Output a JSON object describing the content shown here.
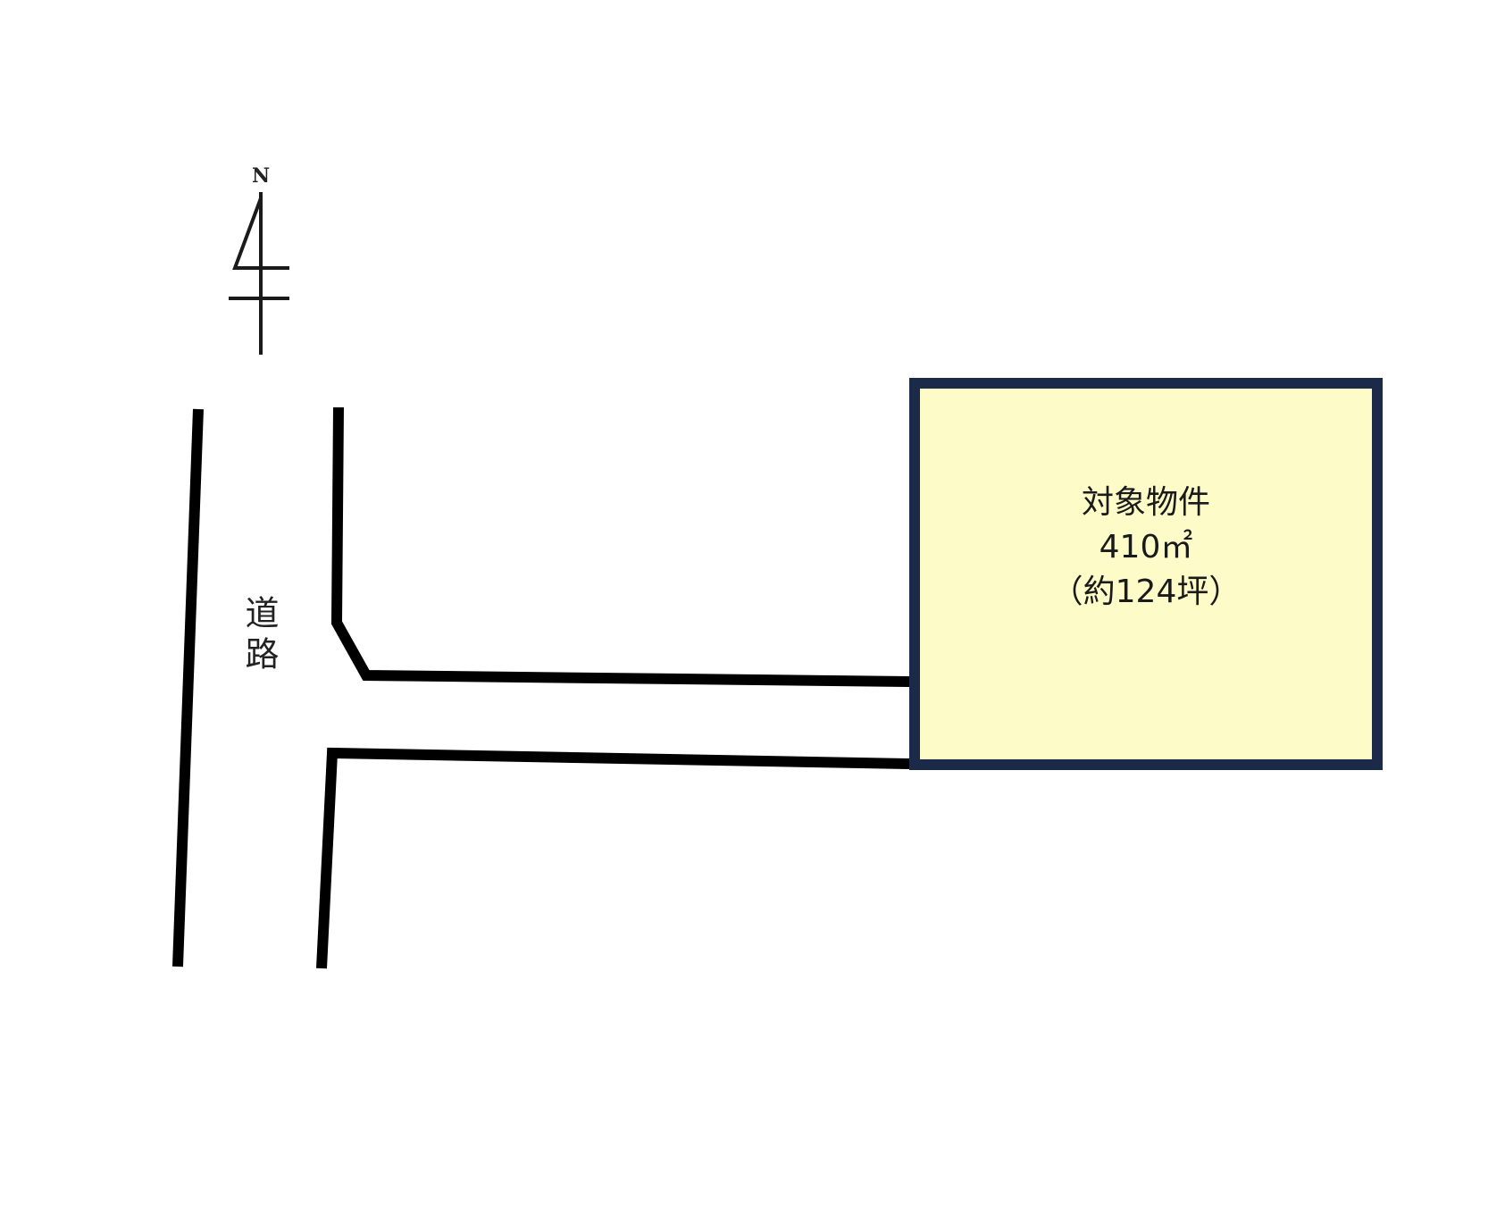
{
  "compass": {
    "label": "N",
    "icon": "north-arrow-icon"
  },
  "road": {
    "label": "道路",
    "color": "#000000"
  },
  "property": {
    "title": "対象物件",
    "area_sqm": "410㎡",
    "area_tsubo": "（約124坪）",
    "fill_color": "#fdfcc8",
    "border_color": "#1c2a4a"
  }
}
